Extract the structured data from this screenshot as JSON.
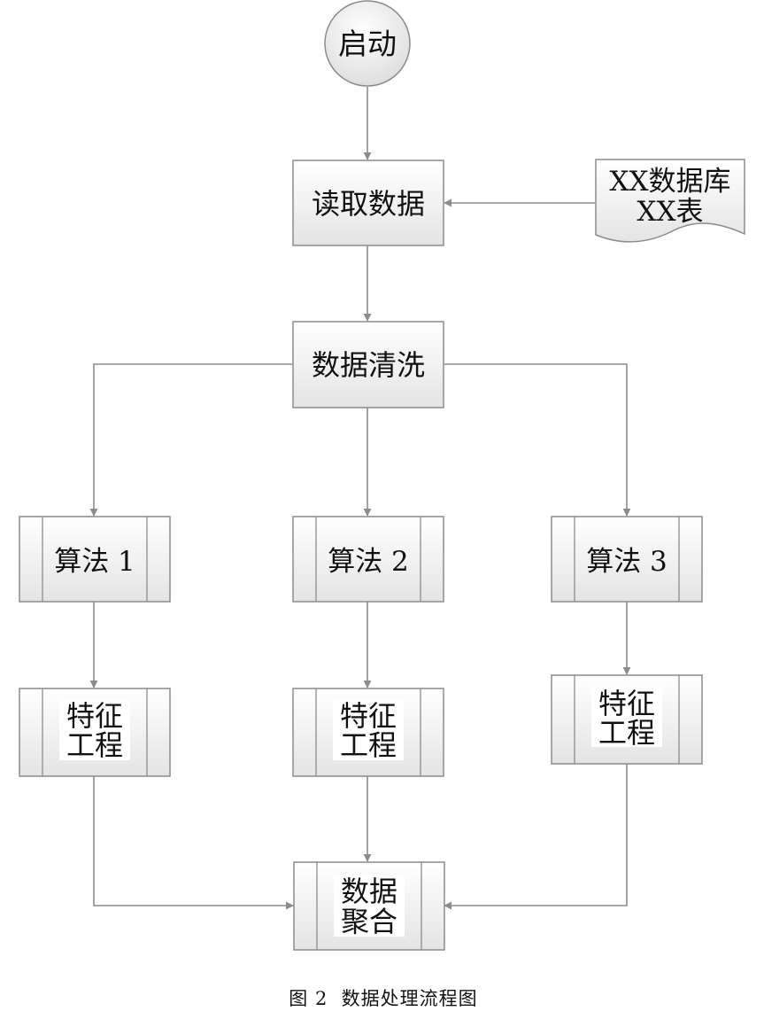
{
  "diagram": {
    "start": "启动",
    "read_data": "读取数据",
    "source": {
      "line1": "XX数据库",
      "line2": "XX表"
    },
    "clean": "数据清洗",
    "algorithms": [
      "算法 1",
      "算法 2",
      "算法 3"
    ],
    "feature": {
      "line1": "特征",
      "line2": "工程"
    },
    "aggregate": {
      "line1": "数据",
      "line2": "聚合"
    }
  },
  "caption": "图 2  数据处理流程图",
  "colors": {
    "line": "#8c8c8c",
    "node_border": "#8c8c8c",
    "node_fill_top": "#ffffff",
    "node_fill_bottom": "#e6e6e6"
  }
}
